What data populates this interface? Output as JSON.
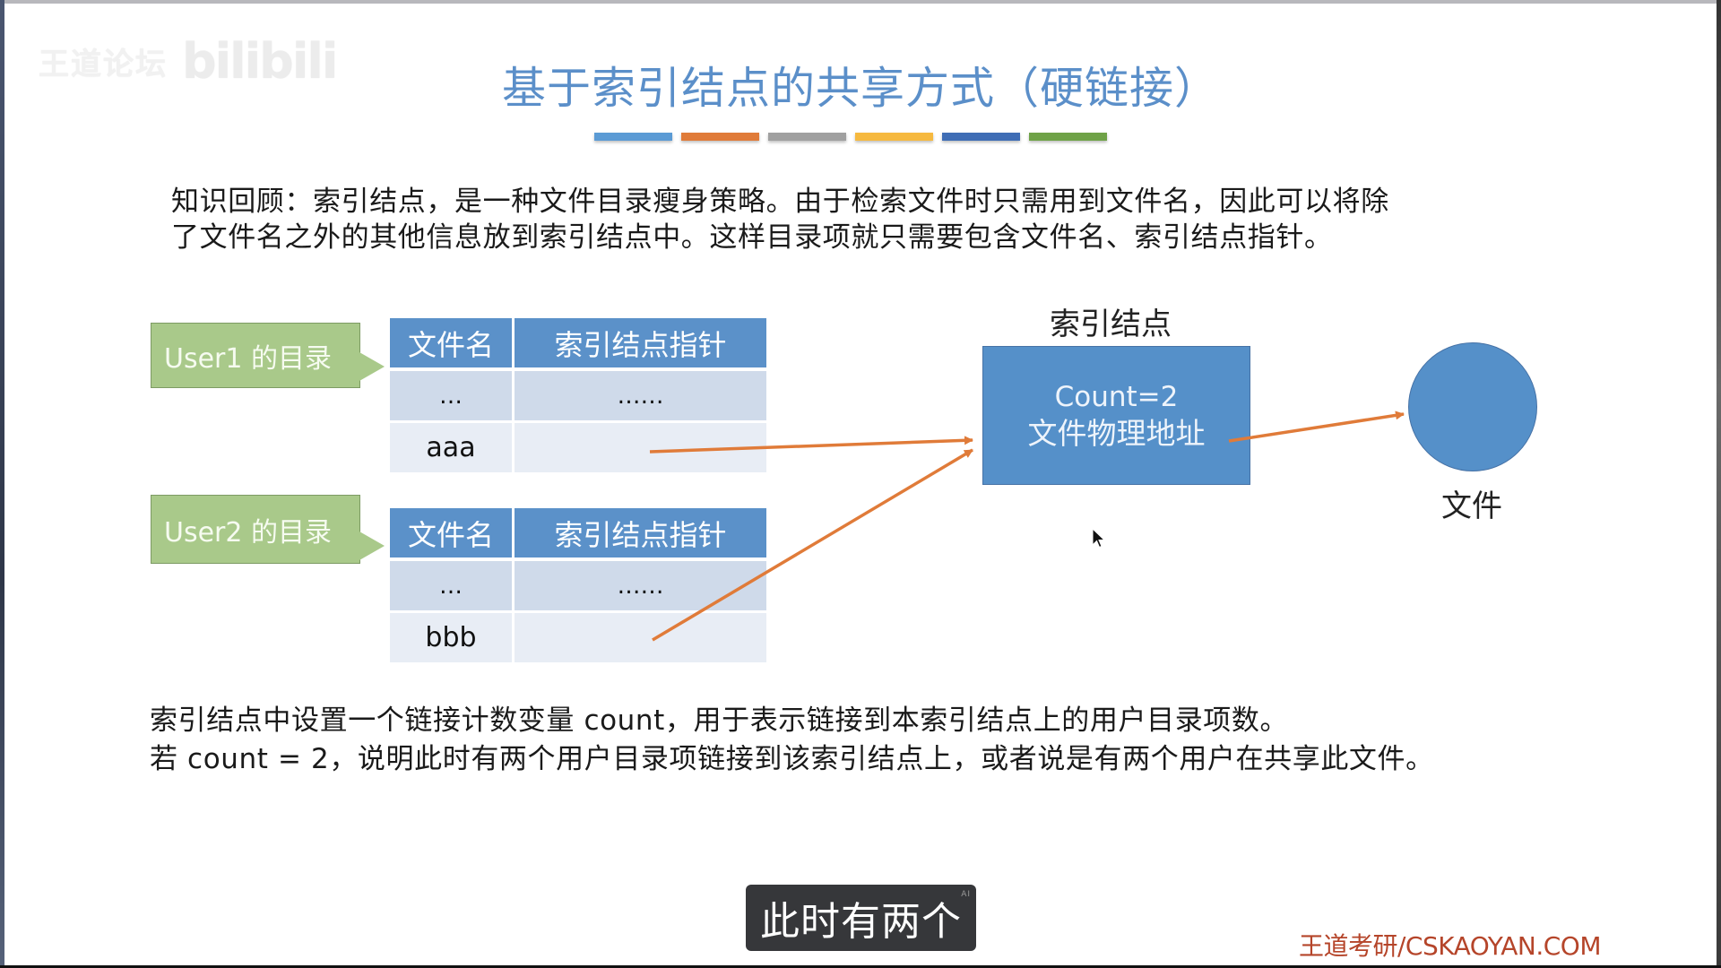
{
  "watermark": {
    "text": "王道论坛",
    "logo": "bilibili"
  },
  "slide": {
    "title": "基于索引结点的共享方式（硬链接）",
    "title_bar_colors": [
      "#5b9bd5",
      "#e07b39",
      "#a0a0a0",
      "#f6b93f",
      "#3f6db5",
      "#6fa247"
    ],
    "intro": {
      "line1": "知识回顾：索引结点，是一种文件目录瘦身策略。由于检索文件时只需用到文件名，因此可以将除",
      "line2": "了文件名之外的其他信息放到索引结点中。这样目录项就只需要包含文件名、索引结点指针。"
    },
    "diagram": {
      "user1": {
        "label": "User1 的目录",
        "headers": [
          "文件名",
          "索引结点指针"
        ],
        "rows": [
          {
            "name": "…",
            "pointer": "……"
          },
          {
            "name": "aaa",
            "pointer": ""
          }
        ]
      },
      "user2": {
        "label": "User2 的目录",
        "headers": [
          "文件名",
          "索引结点指针"
        ],
        "rows": [
          {
            "name": "…",
            "pointer": "……"
          },
          {
            "name": "bbb",
            "pointer": ""
          }
        ]
      },
      "inode": {
        "label": "索引结点",
        "count_text": "Count=2",
        "address_text": "文件物理地址"
      },
      "file": {
        "label": "文件"
      },
      "colors": {
        "table_header": "#5b91c9",
        "row_dark": "#cfdaea",
        "row_light": "#e8edf5",
        "callout": "#a9c98a",
        "inode": "#5590c9",
        "arrow": "#e07b39"
      }
    },
    "explanation": {
      "line1": "索引结点中设置一个链接计数变量 count，用于表示链接到本索引结点上的用户目录项数。",
      "line2": "若 count = 2，说明此时有两个用户目录项链接到该索引结点上，或者说是有两个用户在共享此文件。"
    },
    "footer": "王道考研/CSKAOYAN.COM"
  },
  "subtitle": {
    "text": "此时有两个",
    "badge": "AI"
  }
}
